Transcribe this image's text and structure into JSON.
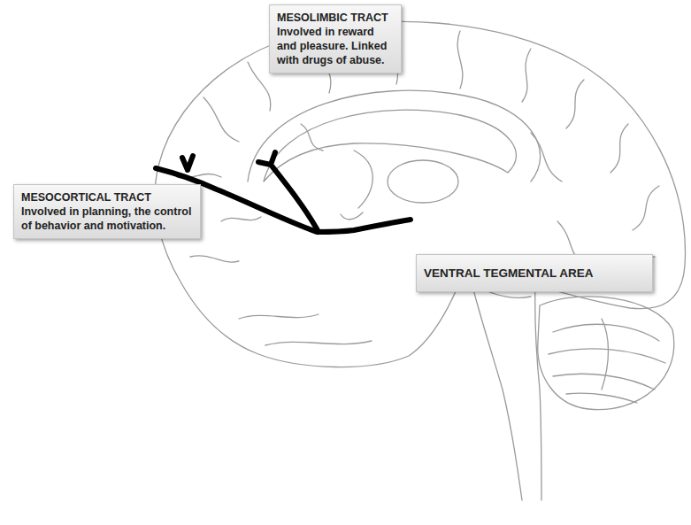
{
  "diagram": {
    "nodes": [
      {
        "text": [
          "MESOLIMBIC TRACT",
          "Involved in reward and pleasure. Linked with drugs of abuse."
        ]
      },
      {
        "text": [
          "MESOCORTICAL TRACT",
          "Involved in planning, the control of behavior and motivation."
        ]
      },
      {
        "text": [
          "VENTRAL TEGMENTAL AREA"
        ]
      }
    ]
  }
}
